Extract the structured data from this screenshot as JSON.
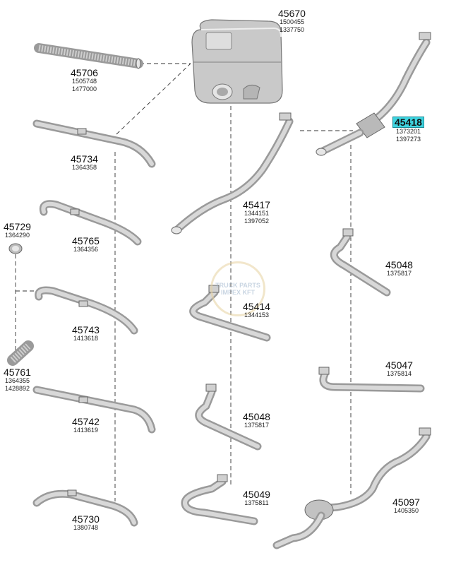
{
  "parts": [
    {
      "id": "p45670",
      "number": "45670",
      "refs": [
        "1500455",
        "1337750"
      ]
    },
    {
      "id": "p45706",
      "number": "45706",
      "refs": [
        "1505748",
        "1477000"
      ]
    },
    {
      "id": "p45734",
      "number": "45734",
      "refs": [
        "1364358"
      ]
    },
    {
      "id": "p45729",
      "number": "45729",
      "refs": [
        "1364290"
      ]
    },
    {
      "id": "p45765",
      "number": "45765",
      "refs": [
        "1364356"
      ]
    },
    {
      "id": "p45743",
      "number": "45743",
      "refs": [
        "1413618"
      ]
    },
    {
      "id": "p45761",
      "number": "45761",
      "refs": [
        "1364355",
        "1428892"
      ]
    },
    {
      "id": "p45742",
      "number": "45742",
      "refs": [
        "1413619"
      ]
    },
    {
      "id": "p45730",
      "number": "45730",
      "refs": [
        "1380748"
      ]
    },
    {
      "id": "p45417",
      "number": "45417",
      "refs": [
        "1344151",
        "1397052"
      ]
    },
    {
      "id": "p45414",
      "number": "45414",
      "refs": [
        "1344153"
      ]
    },
    {
      "id": "p45048a",
      "number": "45048",
      "refs": [
        "1375817"
      ]
    },
    {
      "id": "p45049",
      "number": "45049",
      "refs": [
        "1375811"
      ]
    },
    {
      "id": "p45418",
      "number": "45418",
      "refs": [
        "1373201",
        "1397273"
      ],
      "highlighted": true
    },
    {
      "id": "p45048b",
      "number": "45048",
      "refs": [
        "1375817"
      ]
    },
    {
      "id": "p45047",
      "number": "45047",
      "refs": [
        "1375814"
      ]
    },
    {
      "id": "p45097",
      "number": "45097",
      "refs": [
        "1405350"
      ]
    }
  ],
  "watermark": {
    "line1": "TRUCK PARTS",
    "line2": "IMPEX KFT"
  },
  "colors": {
    "highlight": "#3fd4e0",
    "pipe": "#9a9a9a"
  }
}
